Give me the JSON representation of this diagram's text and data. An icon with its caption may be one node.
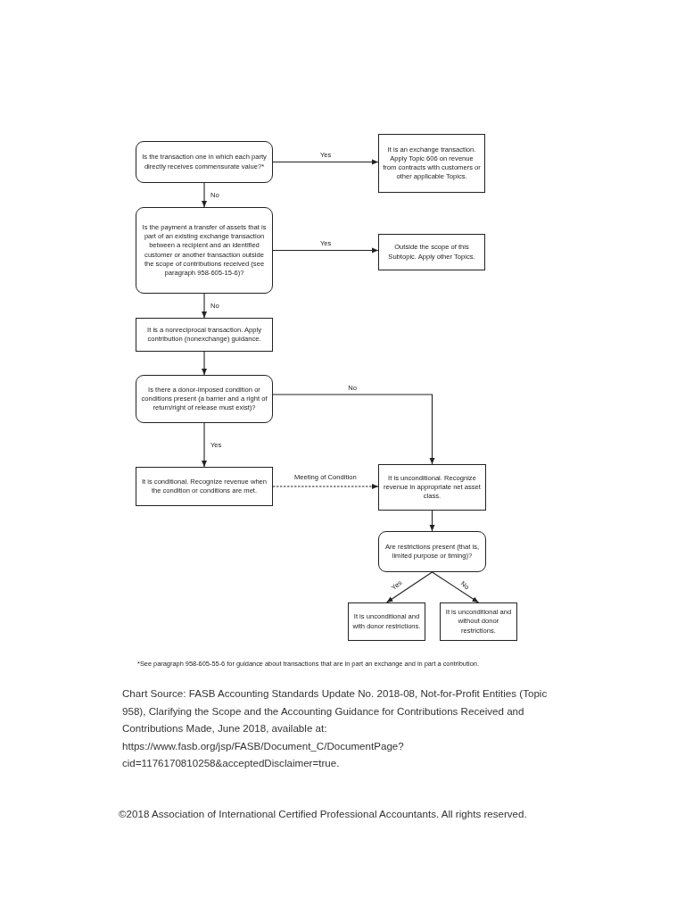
{
  "diagram": {
    "caption": "Chart Source: FASB Accounting Standards Update No. 2018-08, Not-for-Profit Entities (Topic 958), Clarifying the Scope and the Accounting Guidance for Contributions Received and Contributions Made, June 2018, available at: https://www.fasb.org/jsp/FASB/Document_C/DocumentPage?cid=1176170810258&acceptedDisclaimer=true.",
    "nodes": [
      {
        "text": [
          "Is the transaction one in which each party directly receives commensurate value?*"
        ]
      },
      {
        "text": [
          "It is an exchange transaction. Apply Topic 606 on revenue from contracts with customers or other applicable Topics."
        ]
      },
      {
        "text": [
          "Is the payment a transfer of assets that is part of an existing exchange transaction between a recipient and an identified customer or another transaction outside the scope of contributions received (see paragraph 958-605-15-6)?"
        ]
      },
      {
        "text": [
          "Outside the scope of this Subtopic. Apply other Topics."
        ]
      },
      {
        "text": [
          "It is a nonreciprocal transaction. Apply contribution (nonexchange) guidance."
        ]
      },
      {
        "text": [
          "Is there a donor-imposed condition or conditions present (a barrier and a right of return/right of release must exist)?"
        ]
      },
      {
        "text": [
          "It is conditional. Recognize revenue when the condition or conditions are met."
        ]
      },
      {
        "text": [
          "It is unconditional. Recognize revenue in appropriate net asset class."
        ]
      },
      {
        "text": [
          "Are restrictions present (that is, limited purpose or timing)?"
        ]
      },
      {
        "text": [
          "It is unconditional and with donor restrictions."
        ]
      },
      {
        "text": [
          "It is unconditional and without donor restrictions."
        ]
      }
    ],
    "edges": [
      {
        "from": 0,
        "to": 1,
        "arrow": "to",
        "label": "Yes"
      },
      {
        "from": 0,
        "to": 2,
        "arrow": "to",
        "label": "No"
      },
      {
        "from": 2,
        "to": 3,
        "arrow": "to",
        "label": "Yes"
      },
      {
        "from": 2,
        "to": 4,
        "arrow": "to",
        "label": "No"
      },
      {
        "from": 4,
        "to": 5,
        "arrow": "to"
      },
      {
        "from": 5,
        "to": 7,
        "arrow": "to",
        "label": "No"
      },
      {
        "from": 5,
        "to": 6,
        "arrow": "to",
        "label": "Yes"
      },
      {
        "from": 6,
        "to": 7,
        "arrow": "to",
        "label": "Meeting of Condition",
        "style": "dashed"
      },
      {
        "from": 7,
        "to": 8,
        "arrow": "to"
      },
      {
        "from": 8,
        "to": 9,
        "arrow": "to",
        "label": "Yes"
      },
      {
        "from": 8,
        "to": 10,
        "arrow": "to",
        "label": "No"
      }
    ],
    "labels": [
      "*See paragraph 958-605-55-6 for guidance about transactions that are in part an exchange and in part a contribution.",
      "©2018 Association of International Certified Professional Accountants. All rights reserved."
    ]
  }
}
